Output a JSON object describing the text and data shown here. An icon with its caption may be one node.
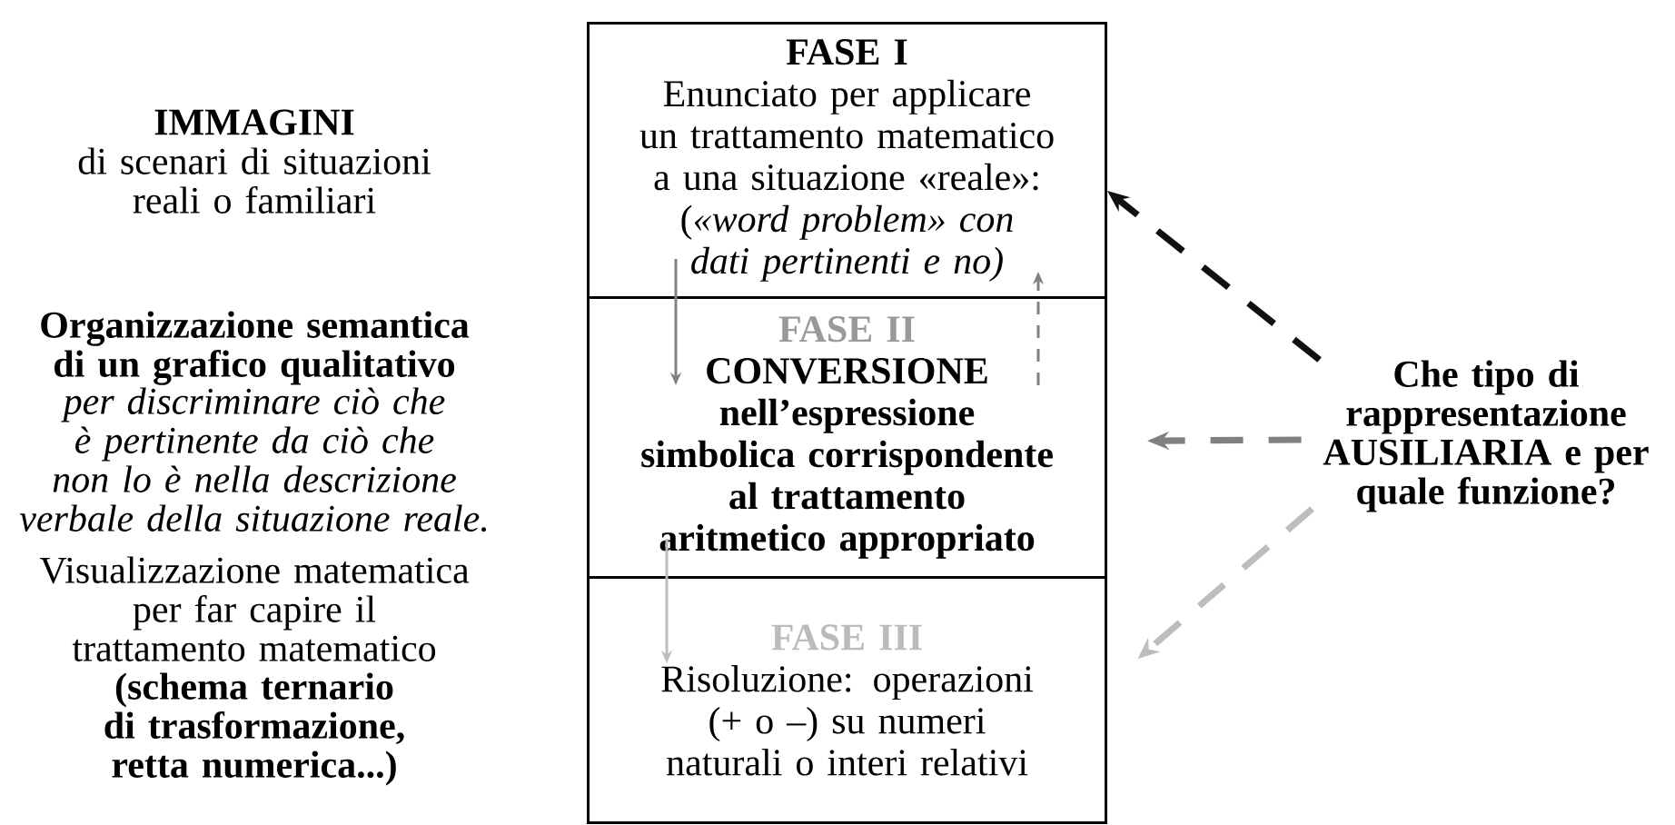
{
  "diagram": {
    "nodes": [
      {
        "text": [
          "FASE I",
          "Enunciato per applicare un trattamento matematico a una situazione «reale»: (*«word problem» con dati pertinenti e no)*"
        ]
      },
      {
        "text": [
          "FASE II",
          "CONVERSIONE nell’espressione simbolica corrispondente al trattamento aritmetico appropriato"
        ]
      },
      {
        "text": [
          "FASE III",
          "Risoluzione: operazioni (+ o –) su numeri naturali o interi relativi"
        ]
      },
      {
        "text": [
          "Che tipo di rappresentazione AUSILIARIA e per quale funzione?"
        ]
      }
    ],
    "edges": [
      {
        "from": 0,
        "to": 1,
        "arrow": "to",
        "color": "#808080"
      },
      {
        "from": 1,
        "to": 0,
        "arrow": "to",
        "style": "dashed",
        "color": "#808080"
      },
      {
        "from": 1,
        "to": 2,
        "arrow": "to",
        "color": "#bdbdbd"
      },
      {
        "from": 3,
        "to": 0,
        "arrow": "to",
        "style": "dashed",
        "color": "#111111"
      },
      {
        "from": 3,
        "to": 1,
        "arrow": "to",
        "style": "dashed",
        "color": "#808080"
      },
      {
        "from": 3,
        "to": 2,
        "arrow": "to",
        "style": "dashed",
        "color": "#bdbdbd"
      }
    ],
    "labels": [
      "IMMAGINI",
      "di scenari di situazioni reali o familiari",
      "Organizzazione semantica di un grafico qualitativo",
      "per discriminare ciò che è pertinente da ciò che non lo è nella descrizione verbale della situazione reale.",
      "Visualizzazione matematica per far capire il trattamento matematico",
      "(schema ternario di trasformazione, retta numerica...)"
    ]
  }
}
